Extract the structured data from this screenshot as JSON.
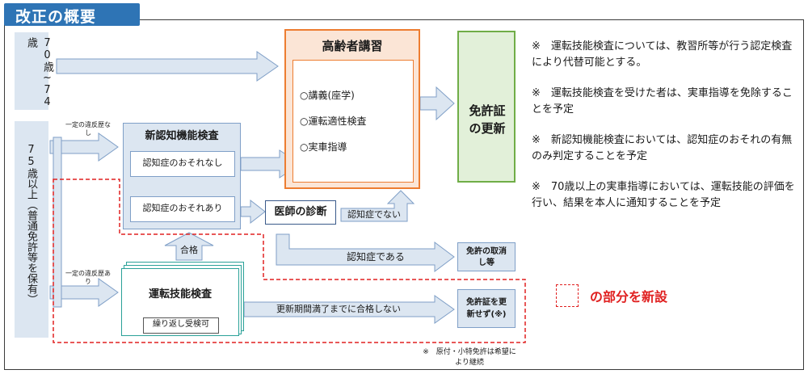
{
  "header": {
    "title": "改正の概要"
  },
  "age_groups": {
    "age_70_74": "70歳~74歳",
    "age_75_plus": "75歳以上（普通免許等を保有）"
  },
  "senior_course": {
    "title": "高齢者講習",
    "items": [
      "○講義(座学)",
      "○運転適性検査",
      "○実車指導"
    ]
  },
  "license_renewal": "免許証の更新",
  "new_cognitive_test": {
    "title": "新認知機能検査",
    "no_risk": "認知症のおそれなし",
    "risk": "認知症のおそれあり"
  },
  "doctor_diagnosis": "医師の診断",
  "labels": {
    "violation_none": "一定の違反歴なし",
    "violation_yes": "一定の違反歴あり",
    "not_dementia": "認知症でない",
    "is_dementia": "認知症である",
    "passed": "合格",
    "fail_until_expiry": "更新期間満了までに合格しない"
  },
  "driving_skill_test": {
    "title": "運転技能検査",
    "retake": "繰り返し受検可"
  },
  "license_revoked": "免許の取消し等",
  "no_renewal": "免許証を更新せず(※)",
  "notes": [
    "※　運転技能検査については、教習所等が行う認定検査により代替可能とする。",
    "※　運転技能検査を受けた者は、実車指導を免除することを予定",
    "※　新認知機能検査においては、認知症のおそれの有無のみ判定することを予定",
    "※　70歳以上の実車指導においては、運転技能の評価を行い、結果を本人に通知することを予定"
  ],
  "legend": {
    "new_section": "の部分を新設"
  },
  "footnote": "※　原付・小特免許は希望により継続",
  "colors": {
    "header_blue": "#2e74b5",
    "arrow_fill": "#dce6f1",
    "box_border": "#7f9fc7",
    "orange_border": "#ed7d31",
    "green_border": "#70ad47",
    "teal_border": "#2aa198",
    "red_accent": "#e02020"
  }
}
